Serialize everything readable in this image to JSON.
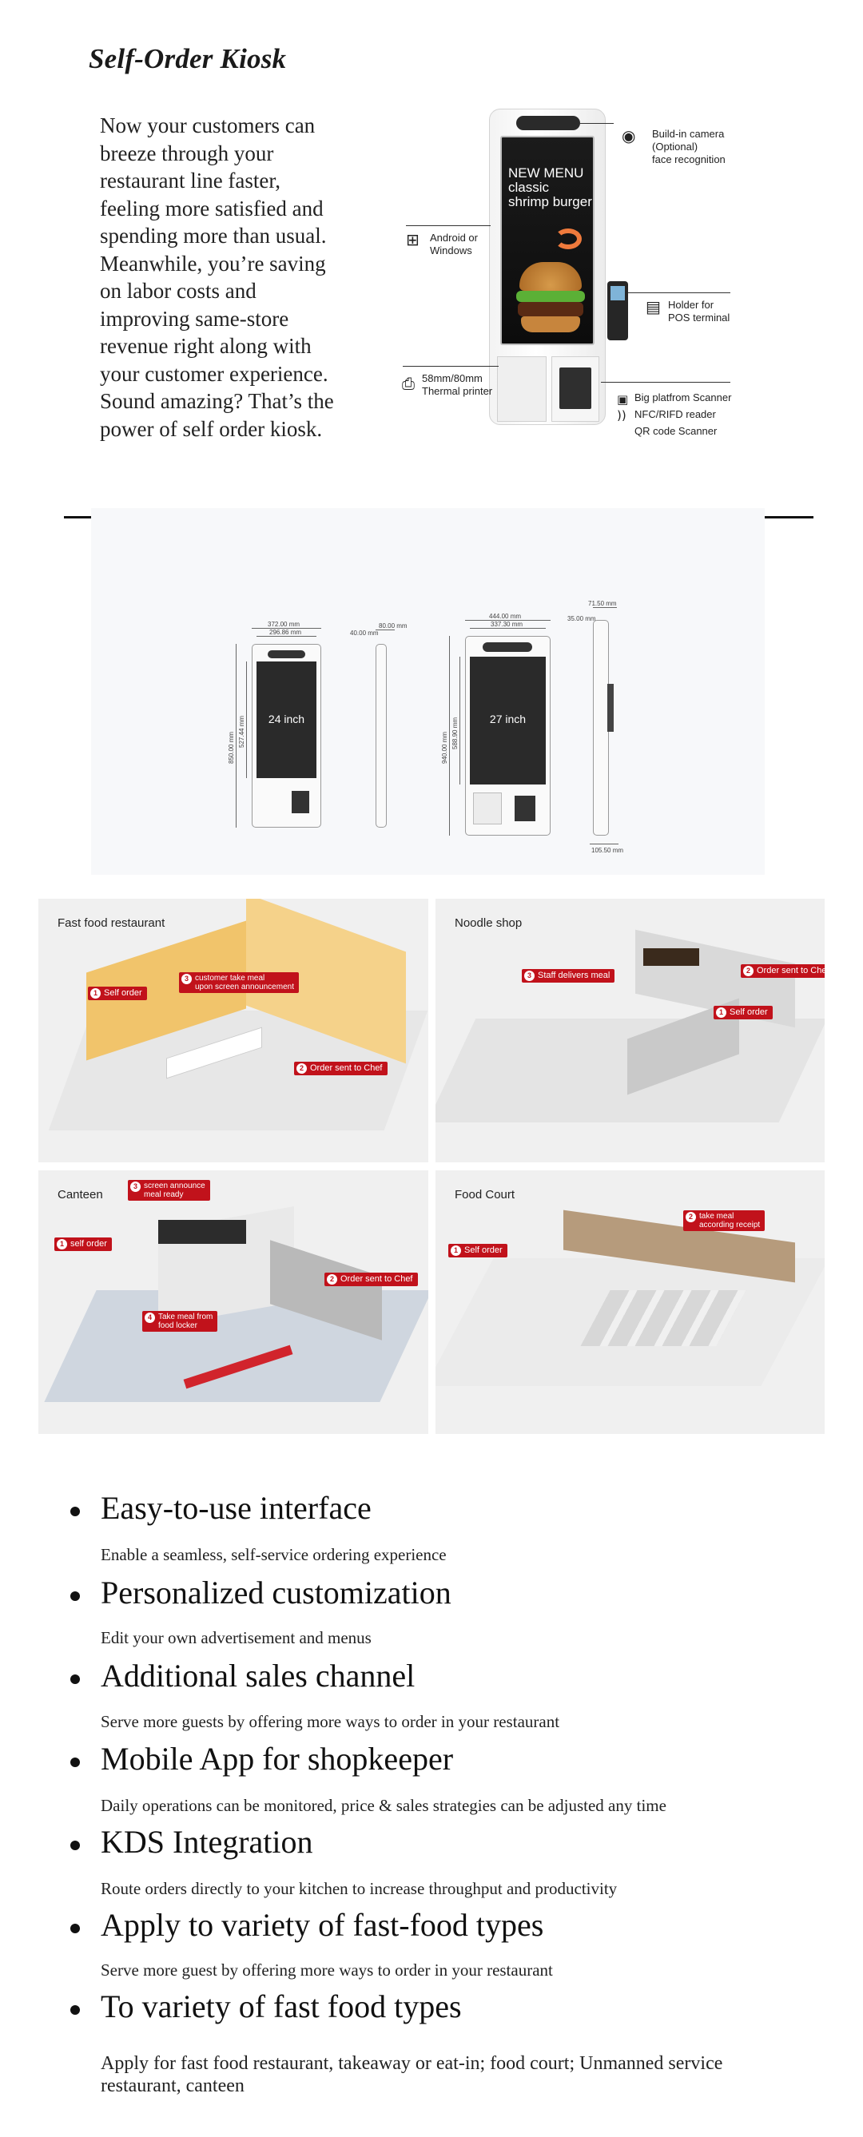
{
  "header": {
    "title": "Self-Order Kiosk",
    "intro_lines": [
      "Now your customers can",
      "breeze through your",
      "restaurant line faster,",
      "feeling more satisfied and",
      "spending more than usual.",
      "Meanwhile, you’re saving",
      "on labor costs and",
      "improving same-store",
      "revenue right along with",
      "your customer experience.",
      "Sound amazing? That’s the",
      "power of  self order kiosk."
    ]
  },
  "kiosk_illustration": {
    "screen_lines": [
      "NEW MENU",
      "classic",
      "shrimp burger"
    ],
    "callouts": {
      "camera": [
        "Build-in camera",
        "(Optional)",
        "face recognition"
      ],
      "os": [
        "Android or",
        "Windows"
      ],
      "pos": [
        "Holder for",
        "POS terminal"
      ],
      "printer": [
        "58mm/80mm",
        "Thermal printer"
      ],
      "scanner": "Big platfrom Scanner",
      "nfc": "NFC/RIFD reader",
      "qr": "QR code Scanner"
    },
    "icons": [
      "camera-icon",
      "windows-icon",
      "pos-terminal-icon",
      "printer-icon",
      "scanner-icon",
      "nfc-icon"
    ]
  },
  "dimensions": {
    "small": {
      "screen": "24 inch",
      "width_outer": "372.00 mm",
      "width_inner": "296.86 mm",
      "height_outer": "850.00 mm",
      "height_inner": "527.44 mm",
      "depth_top": "80.00 mm",
      "depth_side": "40.00 mm"
    },
    "large": {
      "screen": "27 inch",
      "width_outer": "444.00 mm",
      "width_inner": "337.30 mm",
      "height_outer": "940.00 mm",
      "height_inner": "588.90 mm",
      "depth_top": "71.50 mm",
      "depth_side": "35.00 mm",
      "depth_bottom": "105.50 mm"
    }
  },
  "scenes": [
    {
      "title": "Fast food restaurant",
      "tags": [
        {
          "num": "1",
          "text": "Self order"
        },
        {
          "num": "3",
          "text": "customer take  meal\nupon screen announcement"
        },
        {
          "num": "2",
          "text": "Order sent to Chef"
        }
      ]
    },
    {
      "title": "Noodle shop",
      "tags": [
        {
          "num": "3",
          "text": "Staff delivers meal"
        },
        {
          "num": "2",
          "text": "Order sent to Chef"
        },
        {
          "num": "1",
          "text": "Self order"
        }
      ]
    },
    {
      "title": "Canteen",
      "tags": [
        {
          "num": "3",
          "text": "screen announce\nmeal ready"
        },
        {
          "num": "1",
          "text": "self order"
        },
        {
          "num": "2",
          "text": "Order sent to Chef"
        },
        {
          "num": "4",
          "text": "Take meal from\nfood locker"
        }
      ]
    },
    {
      "title": "Food Court",
      "tags": [
        {
          "num": "1",
          "text": "Self order"
        },
        {
          "num": "2",
          "text": "take meal\naccording receipt"
        }
      ]
    }
  ],
  "features": [
    {
      "heading": "Easy-to-use interface",
      "desc": [
        "Enable a seamless, self-service ordering experience"
      ]
    },
    {
      "heading": "Personalized customization",
      "desc": [
        "Edit your own advertisement and menus"
      ]
    },
    {
      "heading": "Additional sales channel",
      "desc": [
        "Serve more guests by offering more ways to order in your restaurant"
      ]
    },
    {
      "heading": "Mobile App for shopkeeper",
      "desc": [
        "Daily operations can be monitored, price & sales strategies can be adjusted any time"
      ]
    },
    {
      "heading": "KDS Integration",
      "desc": [
        "Route orders directly to your kitchen to increase throughput and productivity"
      ]
    },
    {
      "heading": "Apply to variety of fast-food types",
      "desc": [
        "Serve more guest by offering more ways to order in your restaurant"
      ]
    },
    {
      "heading": "To variety of fast food types",
      "desc": [
        "Apply for fast food restaurant, takeaway or eat-in; food court; Unmanned service",
        "restaurant, canteen"
      ]
    }
  ]
}
